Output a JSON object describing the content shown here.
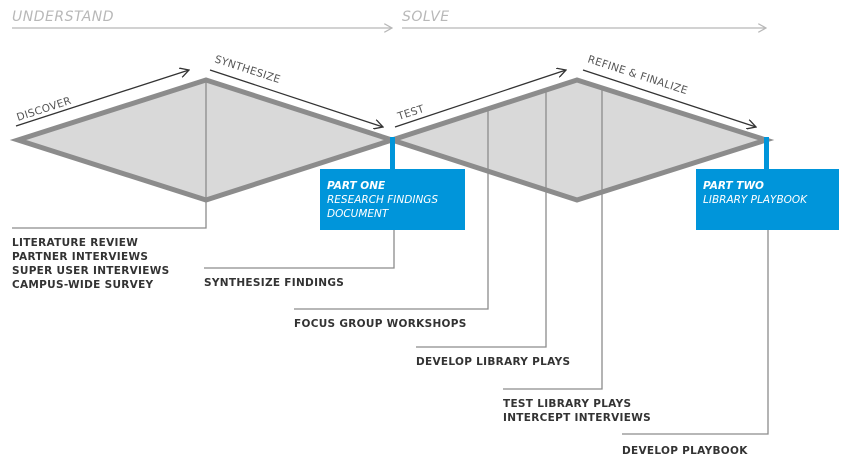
{
  "phases": {
    "understand": "UNDERSTAND",
    "solve": "SOLVE"
  },
  "stages": {
    "discover": "DISCOVER",
    "synthesize": "SYNTHESIZE",
    "test": "TEST",
    "refine": "REFINE & FINALIZE"
  },
  "part_one": {
    "title": "PART ONE",
    "line1": "RESEARCH FINDINGS",
    "line2": "DOCUMENT"
  },
  "part_two": {
    "title": "PART TWO",
    "line1": "LIBRARY PLAYBOOK"
  },
  "activities": {
    "discover": [
      "LITERATURE REVIEW",
      "PARTNER INTERVIEWS",
      "SUPER USER INTERVIEWS",
      "CAMPUS-WIDE SURVEY"
    ],
    "synthesize": "SYNTHESIZE FINDINGS",
    "focus": "FOCUS GROUP WORKSHOPS",
    "develop_plays": "DEVELOP LIBRARY PLAYS",
    "test": [
      "TEST LIBRARY PLAYS",
      "INTERCEPT INTERVIEWS"
    ],
    "develop_playbook": "DEVELOP PLAYBOOK"
  },
  "colors": {
    "accent_blue": "#0095da",
    "diamond_fill": "#d9d9d9",
    "diamond_stroke": "#8c8c8c",
    "phase_gray": "#b8b8b8"
  }
}
